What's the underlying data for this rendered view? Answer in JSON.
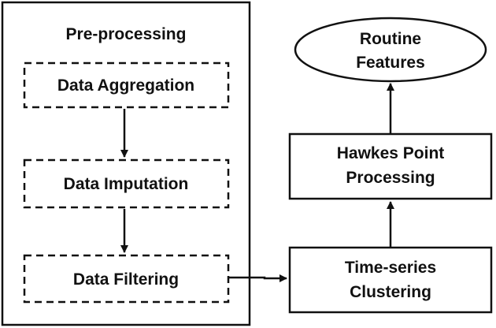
{
  "preprocessing": {
    "title": "Pre-processing",
    "steps": [
      "Data Aggregation",
      "Data Imputation",
      "Data Filtering"
    ]
  },
  "clustering": {
    "line1": "Time-series",
    "line2": "Clustering"
  },
  "hawkes": {
    "line1": "Hawkes Point",
    "line2": "Processing"
  },
  "output": {
    "line1": "Routine",
    "line2": "Features"
  }
}
